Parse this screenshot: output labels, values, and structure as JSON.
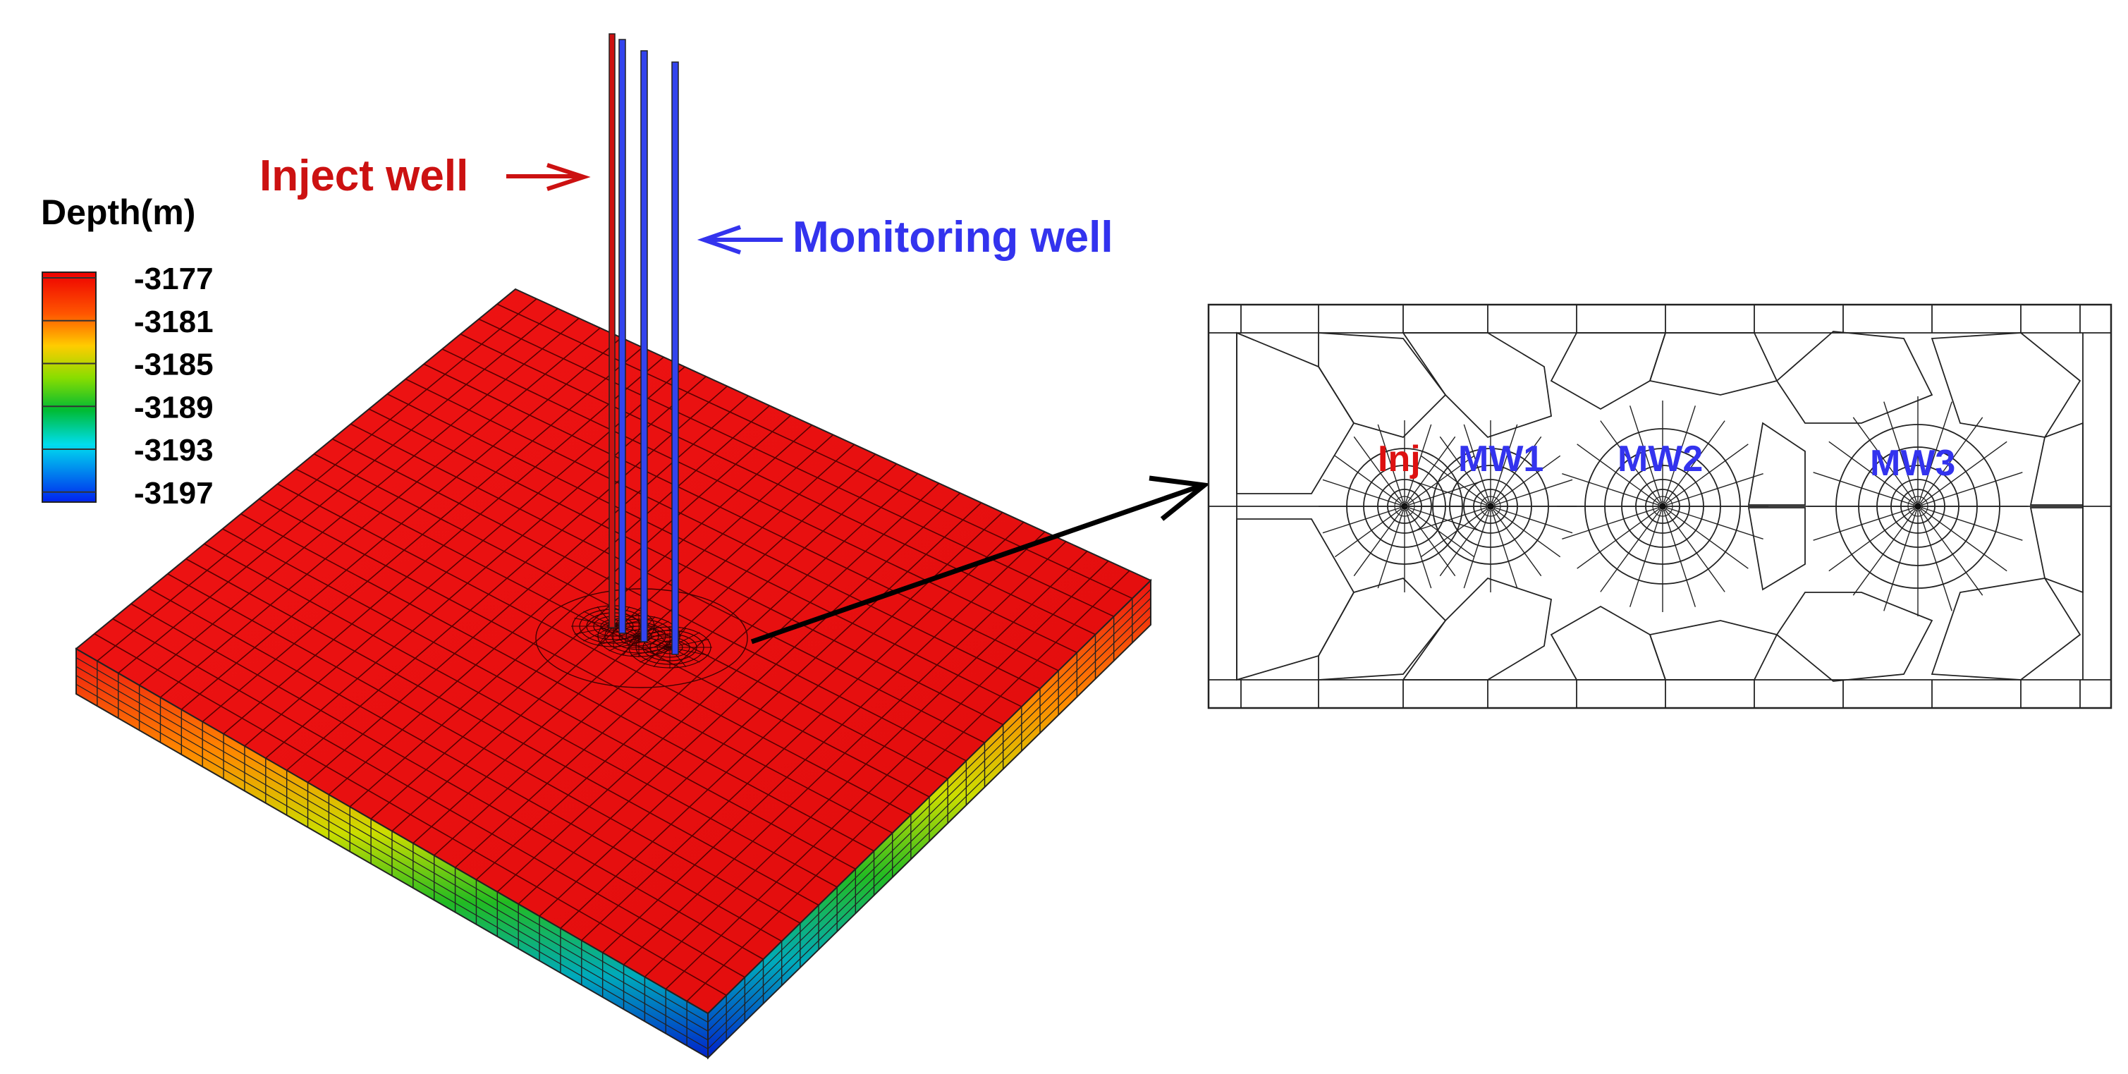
{
  "legend": {
    "title": "Depth(m)",
    "ticks": [
      "-3177",
      "-3181",
      "-3185",
      "-3189",
      "-3193",
      "-3197"
    ],
    "colors": [
      "#ff0000",
      "#ff8800",
      "#ffff00",
      "#00d000",
      "#00e0ff",
      "#0000ff"
    ]
  },
  "labels": {
    "inject_well": "Inject well",
    "monitoring_well": "Monitoring well"
  },
  "inset": {
    "wells": [
      {
        "label": "Inj",
        "color": "#dd1111"
      },
      {
        "label": "MW1",
        "color": "#3333ee"
      },
      {
        "label": "MW2",
        "color": "#3333ee"
      },
      {
        "label": "MW3",
        "color": "#3333ee"
      }
    ]
  },
  "colors": {
    "inject": "#cc1111",
    "monitoring": "#3333ee",
    "top_face": "#ee1111",
    "mesh_line": "#222222"
  }
}
